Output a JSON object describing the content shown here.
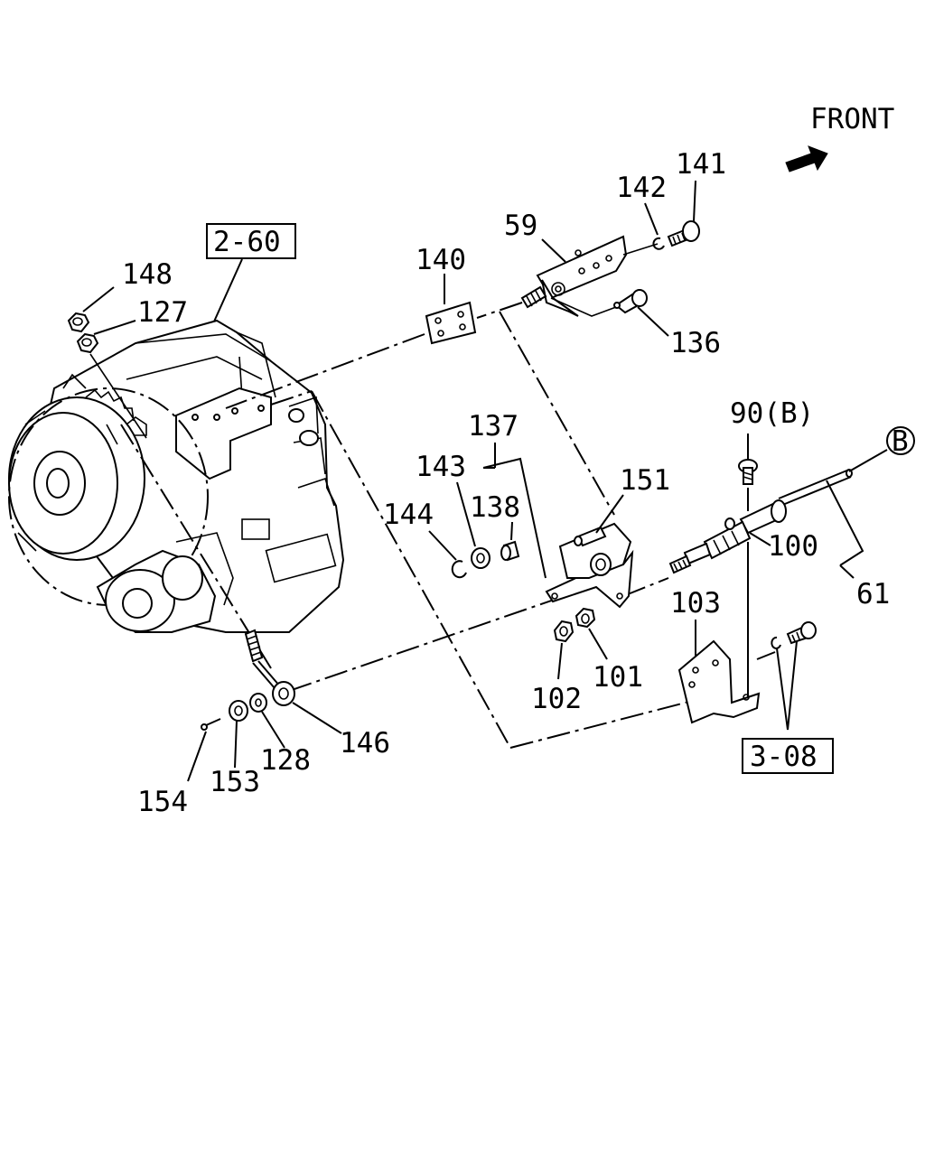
{
  "direction": {
    "text": "FRONT",
    "icon": "front-arrow-icon"
  },
  "references": {
    "ref_2_60": "2-60",
    "ref_3_08": "3-08",
    "circle_b": "B"
  },
  "callouts": {
    "c59": "59",
    "c61": "61",
    "c90b": "90(B)",
    "c100": "100",
    "c101": "101",
    "c102": "102",
    "c103": "103",
    "c127": "127",
    "c128": "128",
    "c136": "136",
    "c137": "137",
    "c138": "138",
    "c140": "140",
    "c141": "141",
    "c142": "142",
    "c143": "143",
    "c144": "144",
    "c146": "146",
    "c148": "148",
    "c151": "151",
    "c153": "153",
    "c154": "154"
  }
}
